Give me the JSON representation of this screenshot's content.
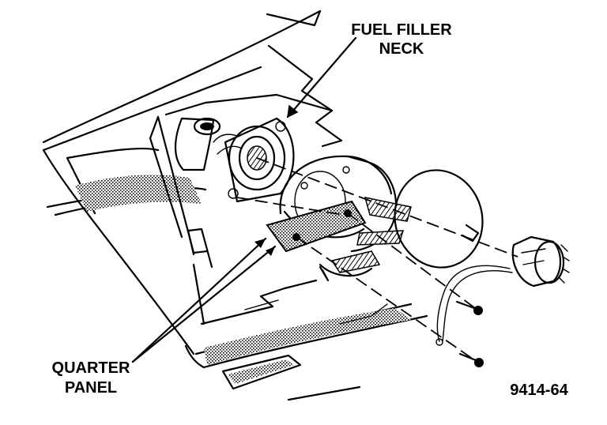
{
  "labels": {
    "fuel_filler_neck_line1": "FUEL FILLER",
    "fuel_filler_neck_line2": "NECK",
    "quarter_panel_line1": "QUARTER",
    "quarter_panel_line2": "PANEL",
    "figure_number": "9414-64"
  }
}
